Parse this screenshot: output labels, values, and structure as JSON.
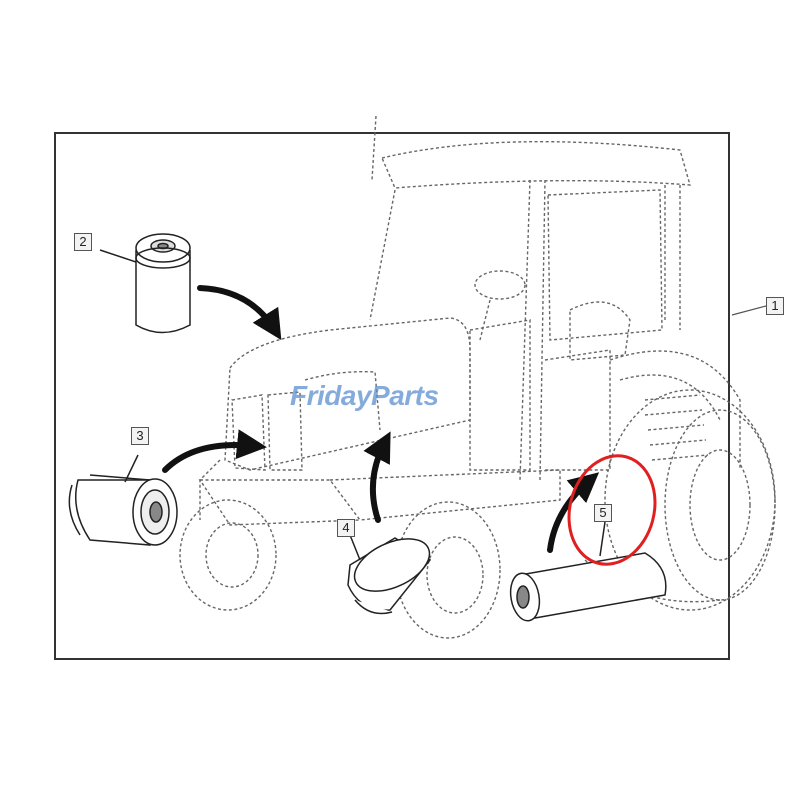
{
  "callouts": {
    "c1": "1",
    "c2": "2",
    "c3": "3",
    "c4": "4",
    "c5": "5"
  },
  "watermark": "FridayParts",
  "colors": {
    "line": "#555555",
    "frame": "#333333",
    "highlight": "#e02020",
    "watermark": "#5b8fd1"
  },
  "icons": {
    "tractor": "tractor-outline-dashed",
    "filter": "cylindrical-filter",
    "arrow": "curved-arrow"
  },
  "highlighted_callout": "5"
}
